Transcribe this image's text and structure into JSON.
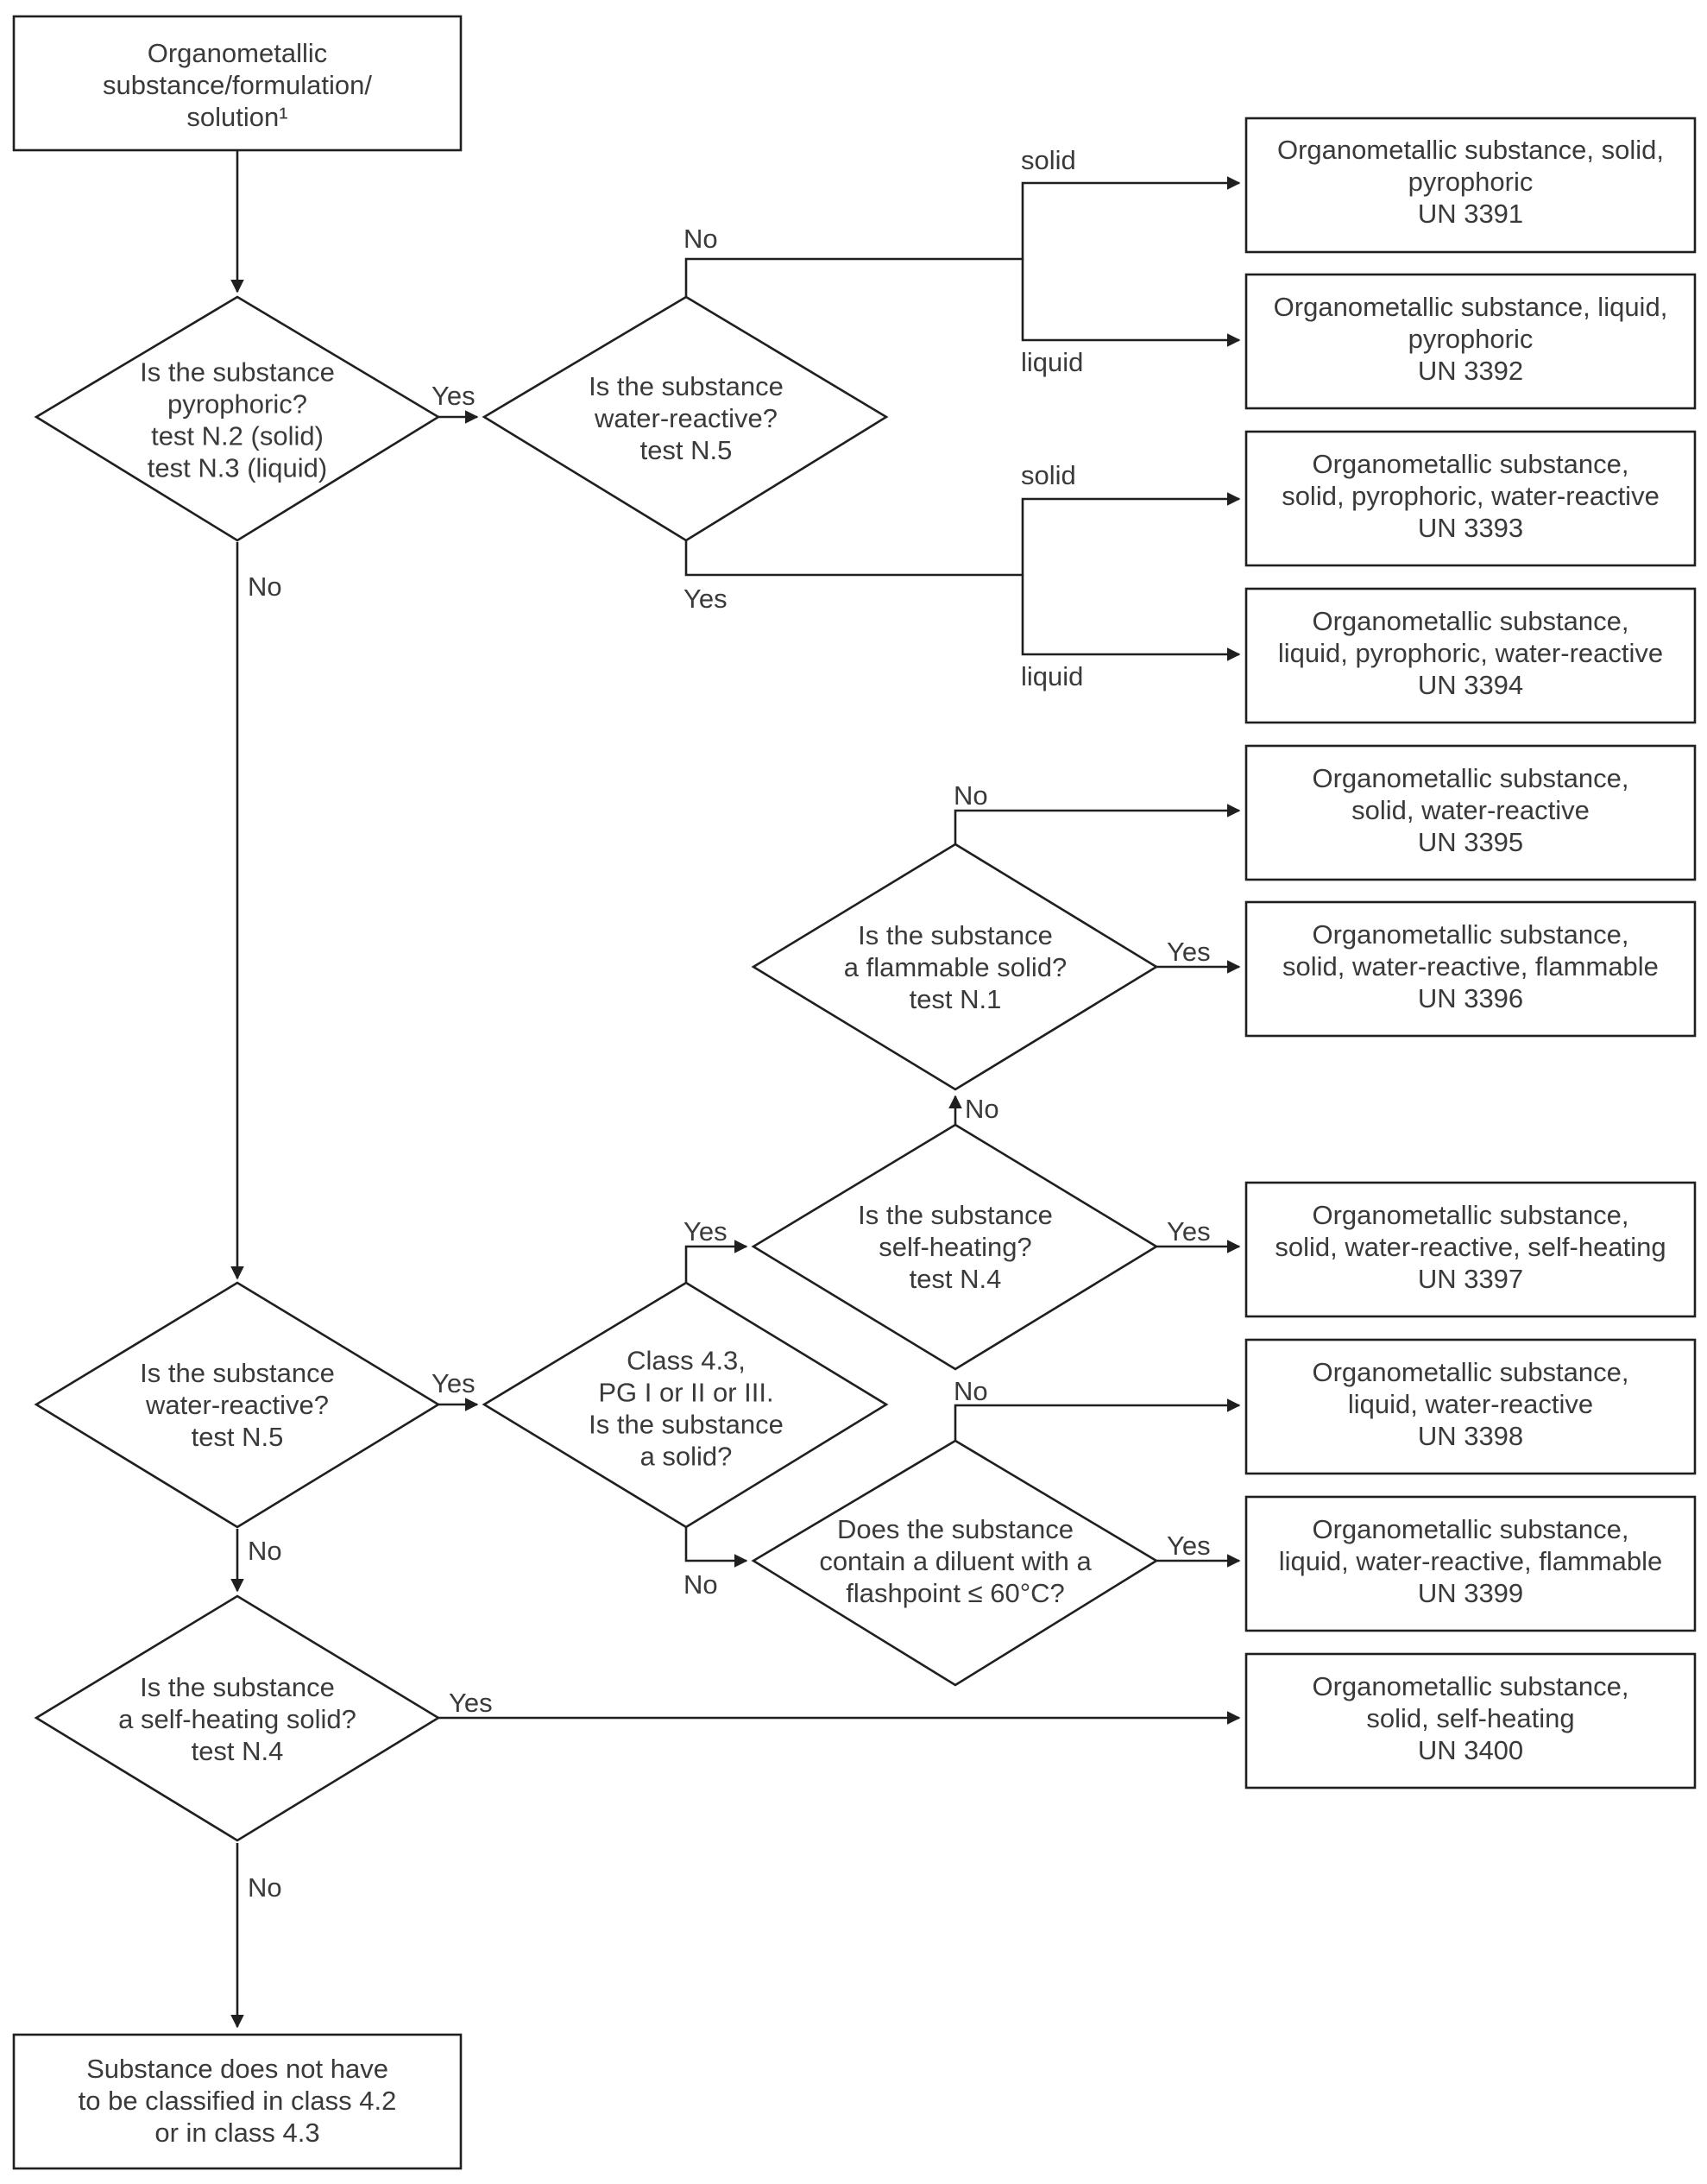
{
  "nodes": {
    "start": [
      "Organometallic",
      "substance/formulation/",
      "solution¹"
    ],
    "q_pyrophoric": [
      "Is the substance",
      "pyrophoric?",
      "test N.2 (solid)",
      "test N.3 (liquid)"
    ],
    "q_water1": [
      "Is the substance",
      "water-reactive?",
      "test N.5"
    ],
    "q_water2": [
      "Is the substance",
      "water-reactive?",
      "test N.5"
    ],
    "q_class43": [
      "Class 4.3,",
      "PG I or II or III.",
      "Is the substance",
      "a solid?"
    ],
    "q_selfheat": [
      "Is the substance",
      "self-heating?",
      "test N.4"
    ],
    "q_flammable": [
      "Is the substance",
      "a flammable solid?",
      "test N.1"
    ],
    "q_diluent": [
      "Does the substance",
      "contain a diluent with a",
      "flashpoint ≤ 60°C?"
    ],
    "q_selfheatsolid": [
      "Is the substance",
      "a self-heating solid?",
      "test N.4"
    ],
    "r3391": [
      "Organometallic substance, solid,",
      "pyrophoric",
      "UN 3391"
    ],
    "r3392": [
      "Organometallic substance, liquid,",
      "pyrophoric",
      "UN 3392"
    ],
    "r3393": [
      "Organometallic substance,",
      "solid, pyrophoric, water-reactive",
      "UN 3393"
    ],
    "r3394": [
      "Organometallic substance,",
      "liquid, pyrophoric, water-reactive",
      "UN 3394"
    ],
    "r3395": [
      "Organometallic substance,",
      "solid, water-reactive",
      "UN 3395"
    ],
    "r3396": [
      "Organometallic substance,",
      "solid, water-reactive, flammable",
      "UN 3396"
    ],
    "r3397": [
      "Organometallic substance,",
      "solid, water-reactive, self-heating",
      "UN 3397"
    ],
    "r3398": [
      "Organometallic substance,",
      "liquid, water-reactive",
      "UN 3398"
    ],
    "r3399": [
      "Organometallic substance,",
      "liquid, water-reactive, flammable",
      "UN 3399"
    ],
    "r3400": [
      "Organometallic substance,",
      "solid, self-heating",
      "UN 3400"
    ],
    "end": [
      "Substance does not have",
      "to be classified in class 4.2",
      "or in class 4.3"
    ]
  },
  "labels": {
    "yes": "Yes",
    "no": "No",
    "solid": "solid",
    "liquid": "liquid"
  }
}
